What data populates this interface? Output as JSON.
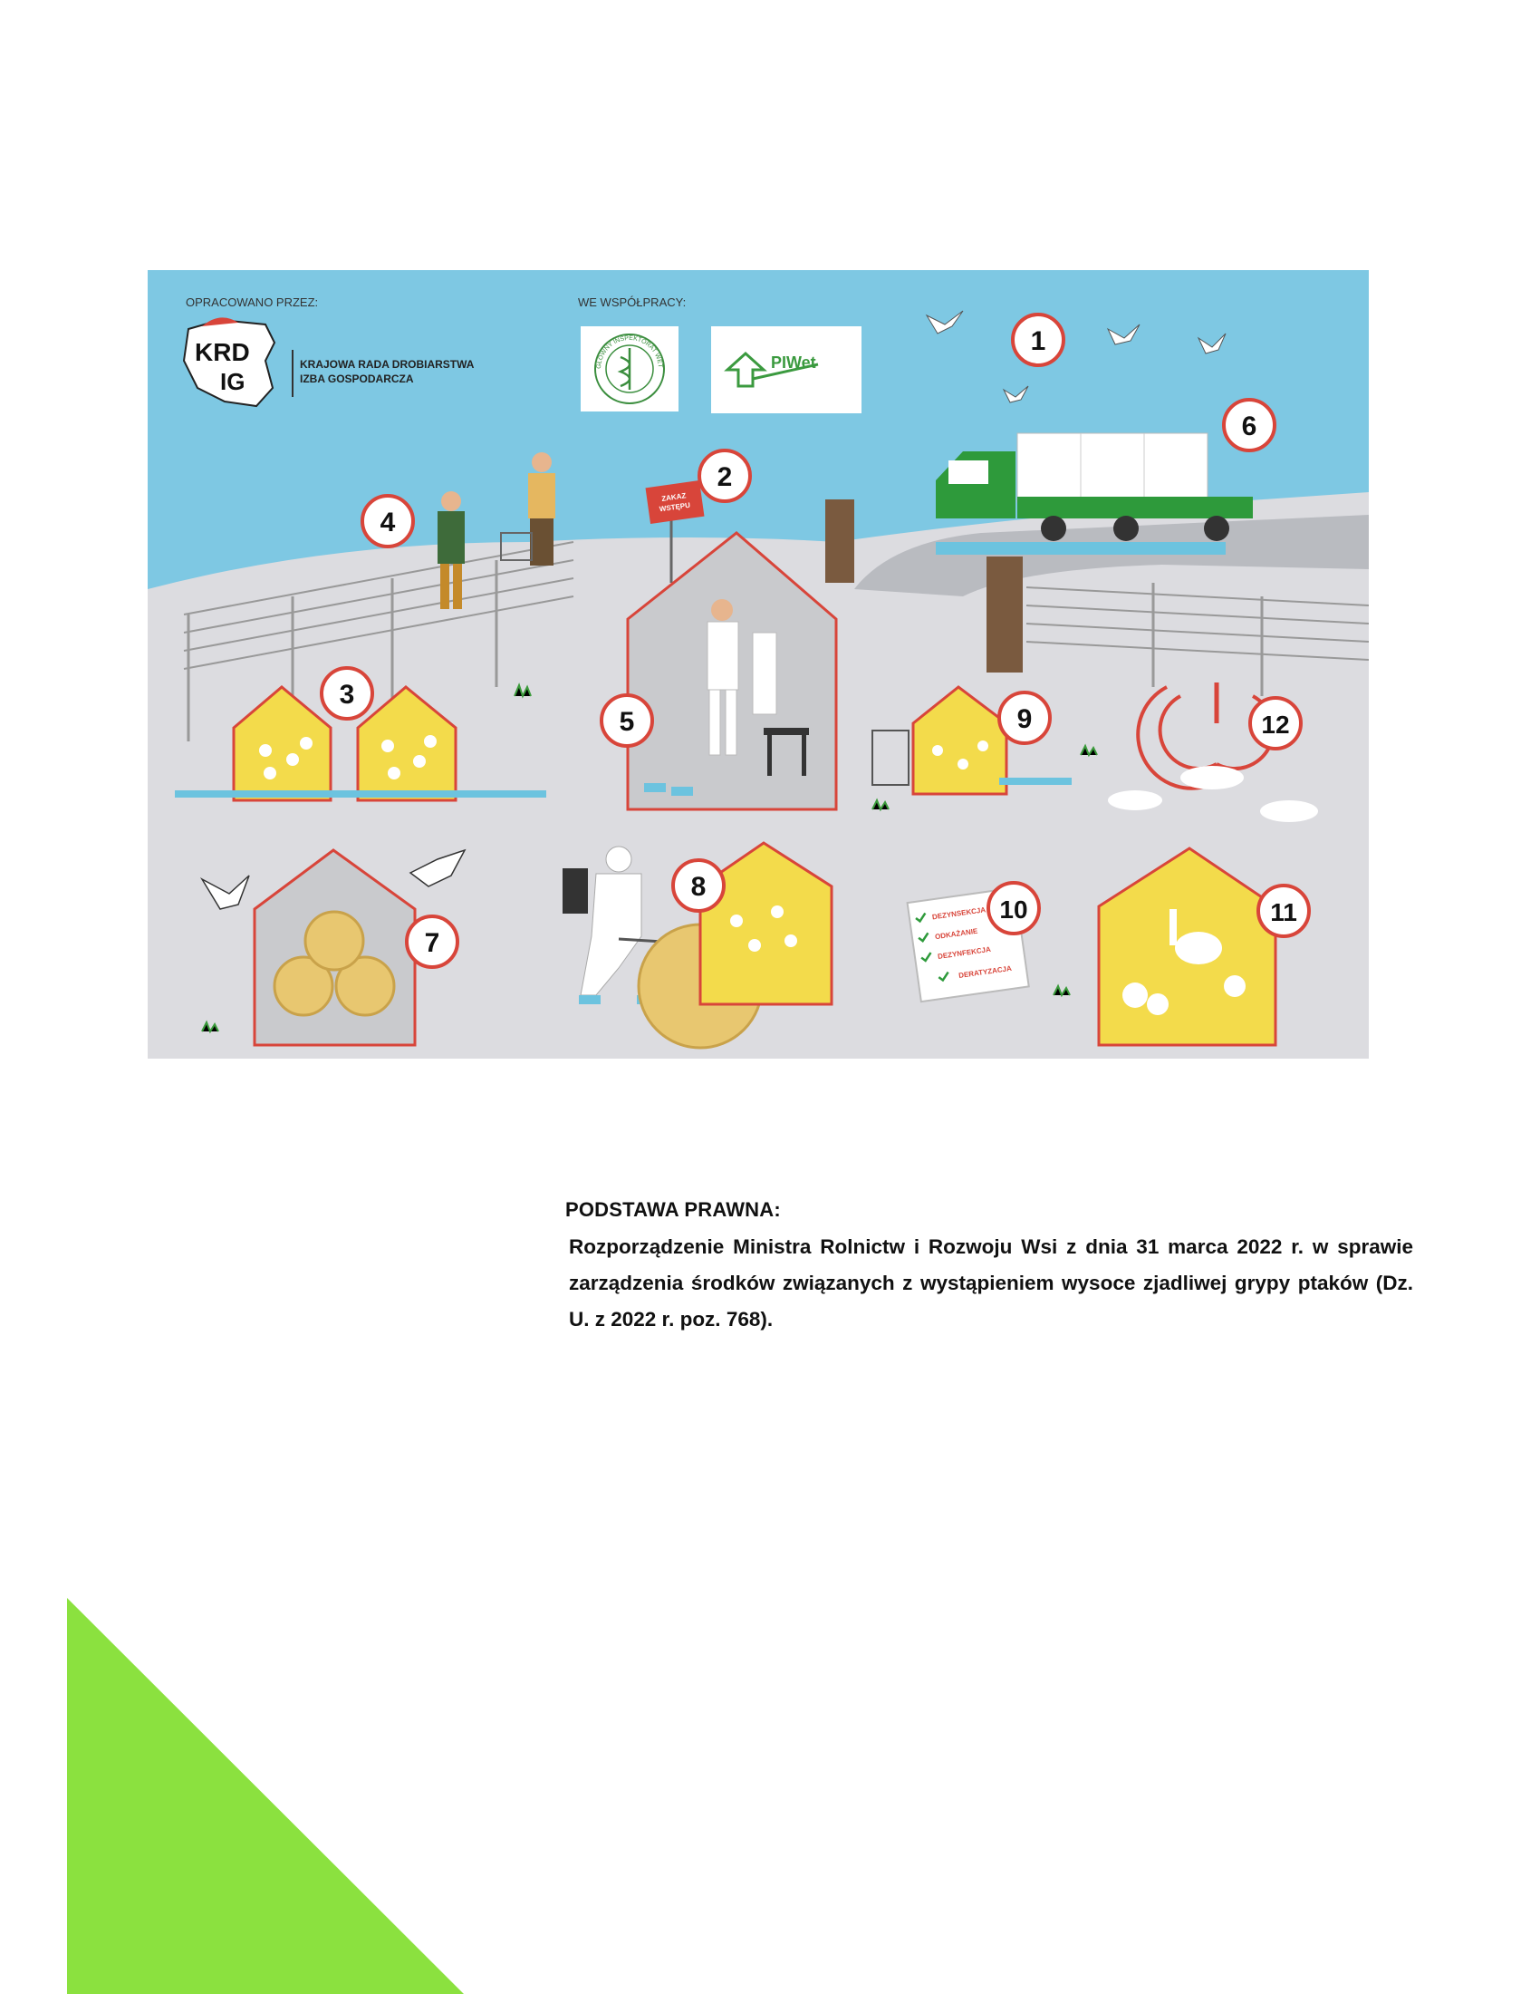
{
  "infographic": {
    "prepared_by_label": "OPRACOWANO PRZEZ:",
    "cooperation_label": "WE WSPÓŁPRACY:",
    "krd_logo": {
      "line1": "KRD",
      "line2": "IG",
      "name_line1": "KRAJOWA RADA DROBIARSTWA",
      "name_line2": "IZBA GOSPODARCZA"
    },
    "giw_seal": {
      "ring_text": "GŁÓWNY INSPEKTORAT WETERYNARII"
    },
    "piwet_logo": {
      "text": "PIWet"
    },
    "sign_text": {
      "line1": "ZAKAZ",
      "line2": "WSTĘPU"
    },
    "checklist_items": [
      "DEZYNSEKCJA",
      "ODKAŻANIE",
      "DEZYNFEKCJA",
      "DERATYZACJA"
    ],
    "markers": [
      "1",
      "2",
      "3",
      "4",
      "5",
      "6",
      "7",
      "8",
      "9",
      "10",
      "11",
      "12"
    ],
    "colors": {
      "sky": "#7EC8E3",
      "ground": "#DCDCE0",
      "house_yellow": "#F3DB4B",
      "house_border": "#D8453A",
      "truck_green": "#2E9A3B",
      "hay": "#E8C770"
    }
  },
  "legal_basis": {
    "heading": "PODSTAWA PRAWNA:",
    "text": "Rozporządzenie Ministra Rolnictw i Rozwoju Wsi z dnia 31 marca 2022 r. w sprawie zarządzenia środków związanych z wystąpieniem wysoce zjadliwej grypy ptaków (Dz. U. z 2022 r. poz. 768)."
  },
  "decoration": {
    "corner_color": "#8BE13F"
  }
}
